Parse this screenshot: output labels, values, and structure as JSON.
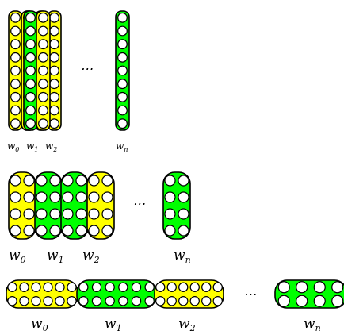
{
  "colors": {
    "yellow": "#ffff00",
    "green": "#00ff00",
    "stroke": "#000000",
    "hole": "#ffffff"
  },
  "rows": [
    {
      "id": "row-1",
      "dots": "⋯",
      "labels": [
        {
          "base": "w",
          "sub": "0"
        },
        {
          "base": "w",
          "sub": "1"
        },
        {
          "base": "w",
          "sub": "2"
        },
        {
          "base": "w",
          "sub": "n"
        }
      ]
    },
    {
      "id": "row-2",
      "dots": "⋯",
      "labels": [
        {
          "base": "w",
          "sub": "0"
        },
        {
          "base": "w",
          "sub": "1"
        },
        {
          "base": "w",
          "sub": "2"
        },
        {
          "base": "w",
          "sub": "n"
        }
      ]
    },
    {
      "id": "row-3",
      "dots": "⋯",
      "labels": [
        {
          "base": "w",
          "sub": "0"
        },
        {
          "base": "w",
          "sub": "1"
        },
        {
          "base": "w",
          "sub": "2"
        },
        {
          "base": "w",
          "sub": "n"
        }
      ]
    }
  ]
}
